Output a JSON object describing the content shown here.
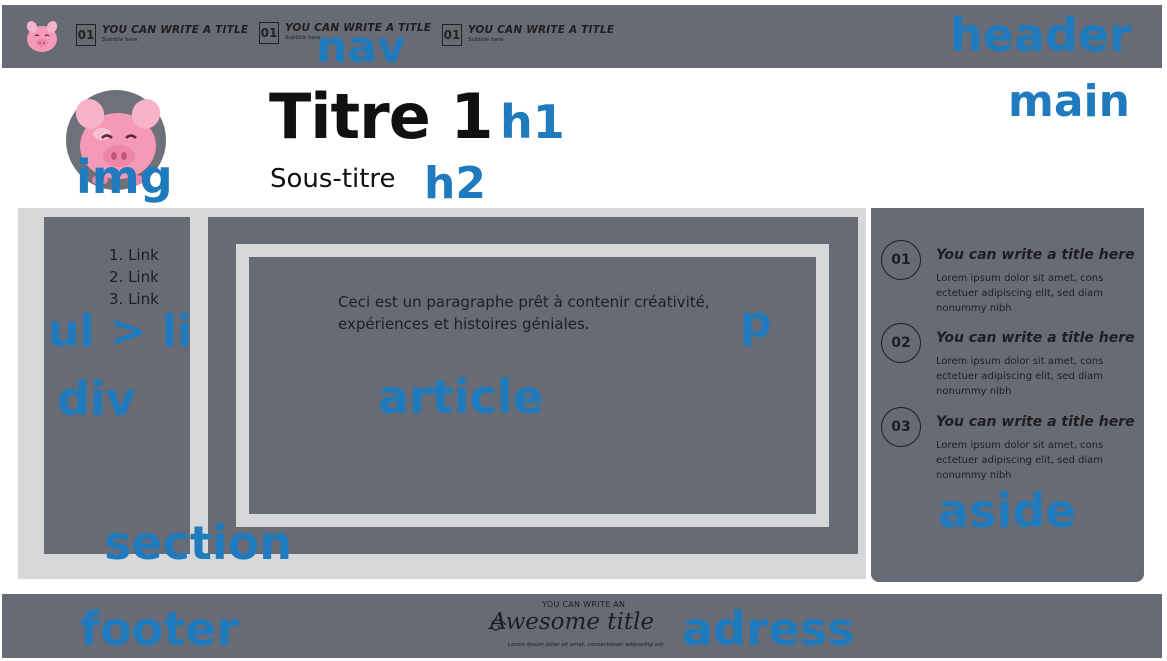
{
  "header": {
    "label": "header",
    "nav_label": "nav",
    "nav_items": [
      {
        "number": "01",
        "title": "YOU CAN WRITE A TITLE",
        "subtitle": "Subtitle here"
      },
      {
        "number": "01",
        "title": "YOU CAN WRITE A TITLE",
        "subtitle": "Subtitle here"
      },
      {
        "number": "01",
        "title": "YOU CAN WRITE A TITLE",
        "subtitle": "Subtitle here"
      }
    ]
  },
  "main": {
    "label": "main",
    "img_label": "img",
    "h1": "Titre 1",
    "h1_label": "h1",
    "h2": "Sous-titre",
    "h2_label": "h2"
  },
  "section": {
    "label": "section",
    "div_label": "div",
    "list_label": "ul > li",
    "links": [
      "1. Link",
      "2. Link",
      "3. Link"
    ],
    "article_label": "article",
    "paragraph_label": "p",
    "paragraph": "Ceci est un paragraphe prêt à contenir créativité, expériences et histoires géniales."
  },
  "aside": {
    "label": "aside",
    "items": [
      {
        "number": "01",
        "title": "You can write a title here",
        "body": "Lorem ipsum dolor sit amet, cons ectetuer adipiscing elit, sed diam nonummy nibh"
      },
      {
        "number": "02",
        "title": "You can write a title here",
        "body": "Lorem ipsum dolor sit amet, cons ectetuer adipiscing elit, sed diam nonummy nibh"
      },
      {
        "number": "03",
        "title": "You can write a title here",
        "body": "Lorem ipsum dolor sit amet, cons ectetuer adipiscing elit, sed diam nonummy nibh"
      }
    ]
  },
  "footer": {
    "label": "footer",
    "address_label": "adress",
    "kicker": "YOU CAN WRITE AN",
    "title": "Awesome title",
    "subtitle": "Lorem ipsum dolor sit amet, consectetuer adipiscing elit"
  },
  "icons": {
    "logo": "pig-icon",
    "hero": "pig-icon"
  },
  "colors": {
    "block_gray": "#696b74",
    "frame_light": "#d6d7d9",
    "label_blue": "#1f7bbd",
    "pig_pink": "#f49ab8"
  }
}
